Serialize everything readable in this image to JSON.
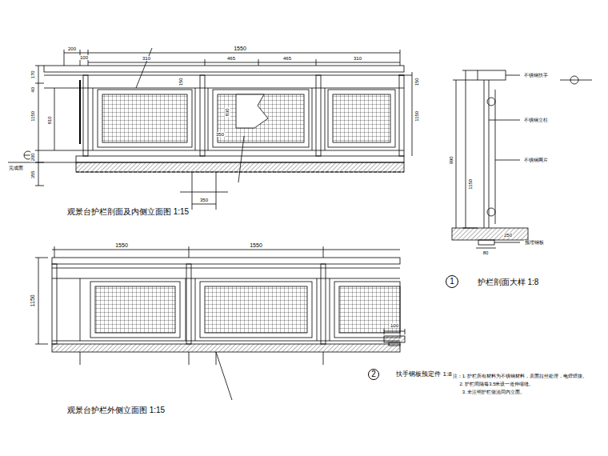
{
  "diagram": {
    "nodes": [
      {
        "text": [
          "1"
        ]
      },
      {
        "text": [
          "2"
        ]
      }
    ],
    "labels": [
      "观景台护栏剖面及内侧立面图 1:15",
      "观景台护栏外侧立面图 1:15",
      "护栏剖面大样 1:8",
      "扶手钢板预定件 1:8",
      "200",
      "100",
      "1550",
      "310",
      "465",
      "465",
      "310",
      "170",
      "40",
      "1150",
      "810",
      "200",
      "355",
      "350",
      "150",
      "830",
      "350",
      "150",
      "1150",
      "1550",
      "1550",
      "1150",
      "1150",
      "990",
      "250",
      "80",
      "100",
      "注：1. 护栏所有材料为不锈钢材料，表面拉丝处理，电焊焊接。",
      "2. 护栏间隔每3.5米设一道伸缩缝。",
      "3. 未注明护栏做法同内立面。",
      "不锈钢扶手",
      "不锈钢立柱",
      "不锈钢网片",
      "预埋钢板",
      "完成面"
    ]
  }
}
